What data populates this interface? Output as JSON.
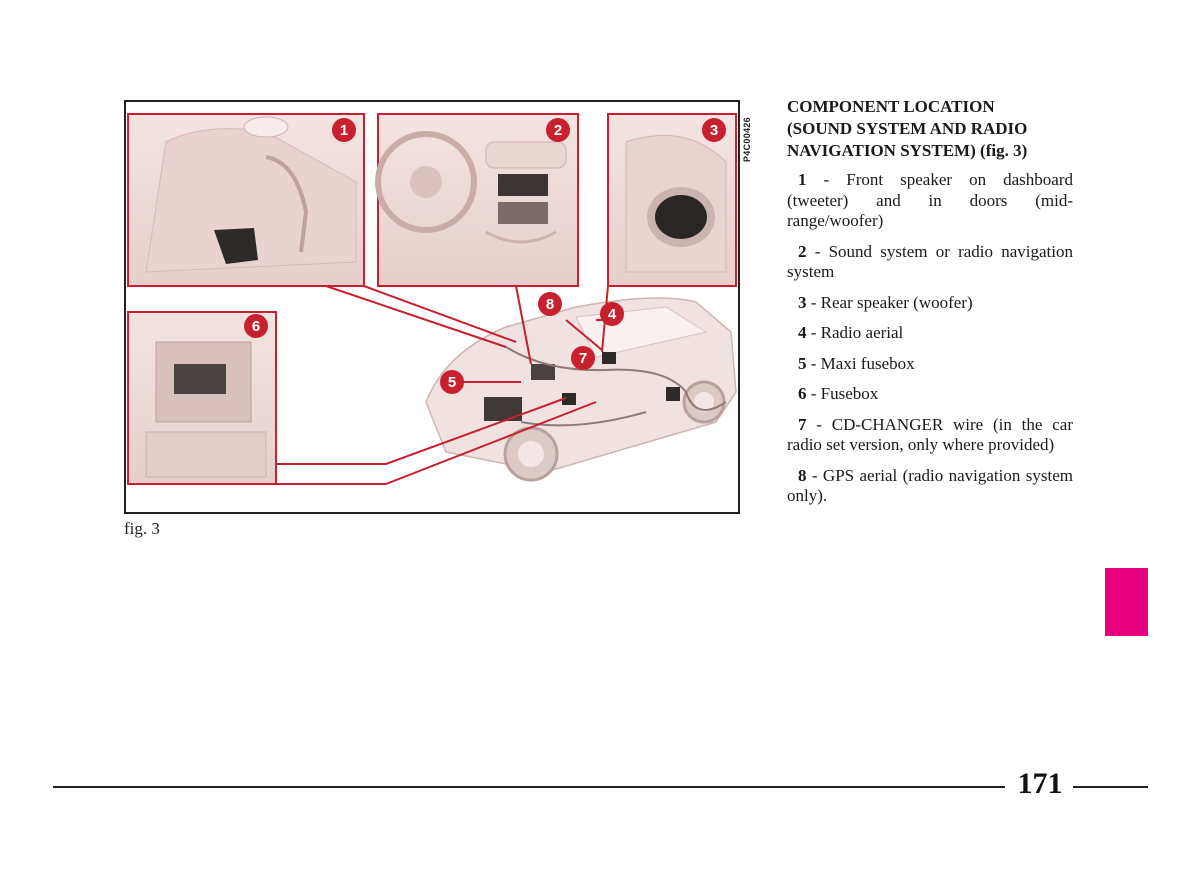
{
  "figure": {
    "code": "P4C00426",
    "caption": "fig. 3",
    "callouts": [
      "1",
      "2",
      "3",
      "4",
      "5",
      "6",
      "7",
      "8"
    ]
  },
  "heading": {
    "line1": "COMPONENT LOCATION",
    "line2": "(SOUND SYSTEM AND RADIO",
    "line3": "NAVIGATION SYSTEM)",
    "fig_ref": "(fig. 3)"
  },
  "items": [
    {
      "num": "1",
      "text": " - Front speaker on dashboard (tweeter) and in doors (mid-range/woofer)"
    },
    {
      "num": "2",
      "text": " - Sound system or radio navigation system"
    },
    {
      "num": "3",
      "text": " - Rear speaker (woofer)"
    },
    {
      "num": "4",
      "text": " - Radio aerial"
    },
    {
      "num": "5",
      "text": " - Maxi fusebox"
    },
    {
      "num": "6",
      "text": " - Fusebox"
    },
    {
      "num": "7",
      "text": " - CD-CHANGER wire (in the car radio set version, only where provided)"
    },
    {
      "num": "8",
      "text": " - GPS aerial (radio navigation system only)."
    }
  ],
  "page_number": "171",
  "colors": {
    "accent_tab": "#e6007e",
    "callout_red": "#c8202e",
    "photo_tint": "#ecd6d4"
  }
}
